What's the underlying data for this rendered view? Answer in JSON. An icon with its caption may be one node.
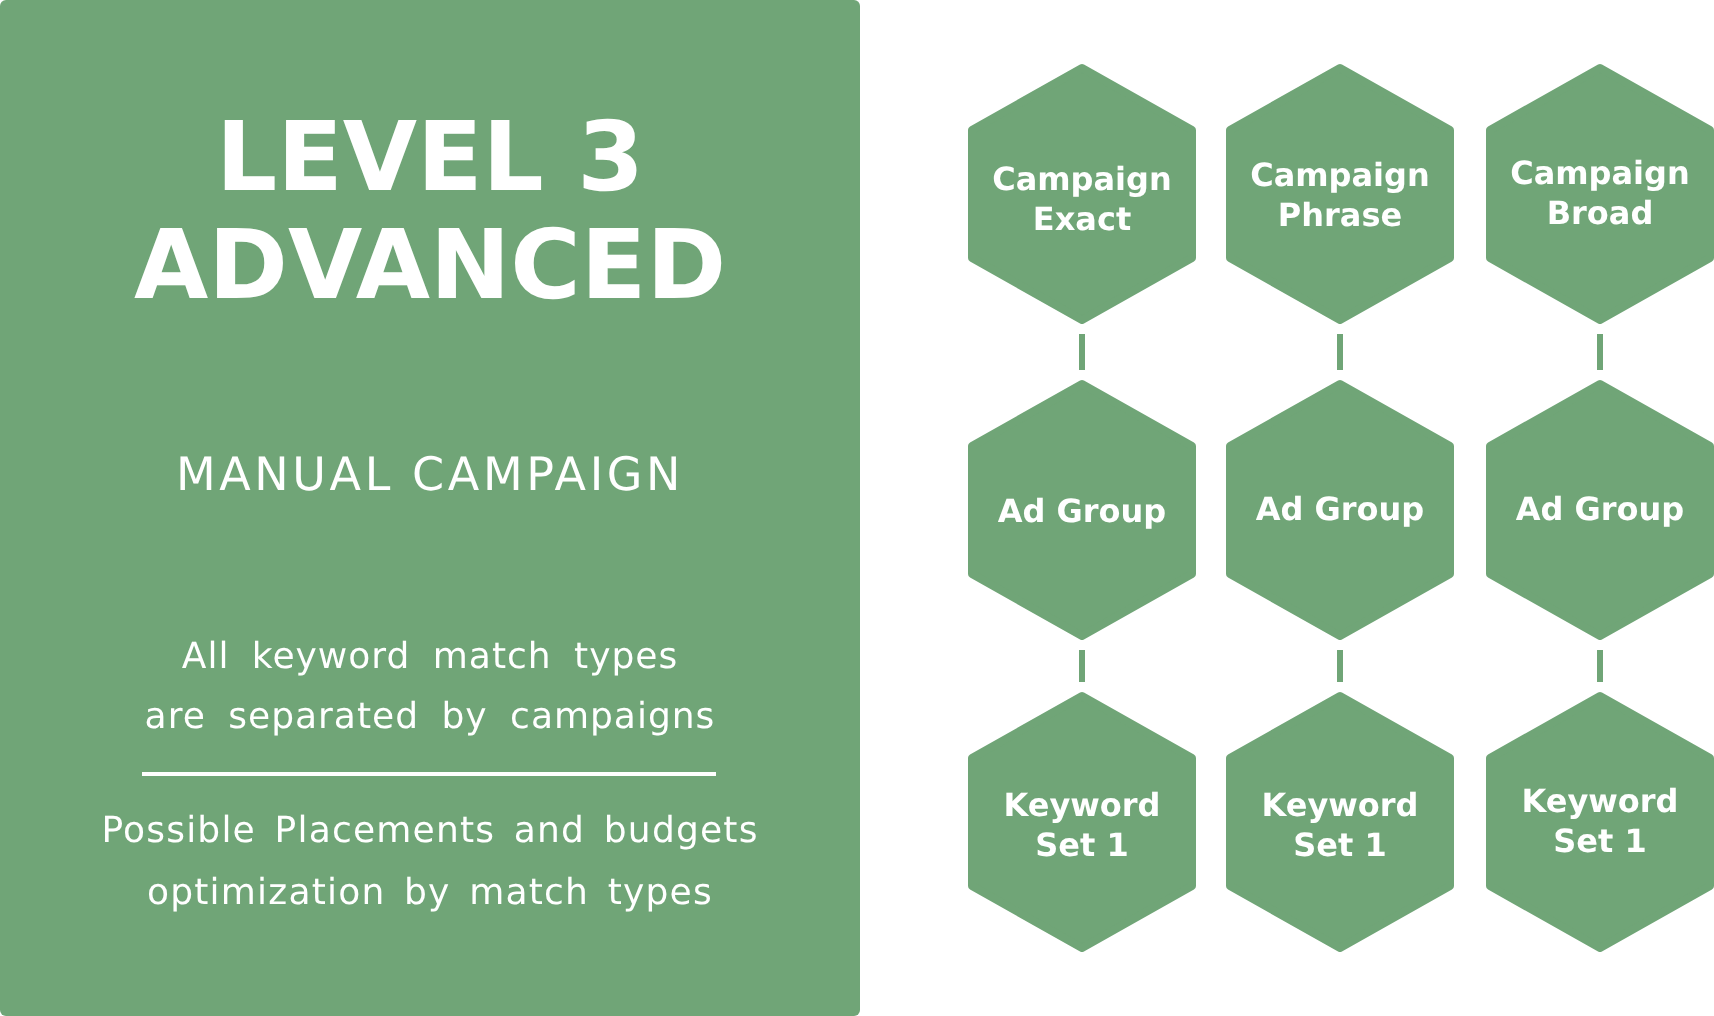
{
  "diagram": {
    "nodes": [
      {
        "text": [
          "LEVEL 3 ADVANCED",
          "MANUAL CAMPAIGN",
          "All keyword match types are separated by campaigns",
          "Possible Placements and budgets optimization by match types"
        ]
      },
      {
        "text": [
          "Campaign Exact"
        ]
      },
      {
        "text": [
          "Campaign Phrase"
        ]
      },
      {
        "text": [
          "Campaign Broad"
        ]
      },
      {
        "text": [
          "Ad Group"
        ]
      },
      {
        "text": [
          "Ad Group"
        ]
      },
      {
        "text": [
          "Ad Group"
        ]
      },
      {
        "text": [
          "Keyword Set 1"
        ]
      },
      {
        "text": [
          "Keyword Set 1"
        ]
      },
      {
        "text": [
          "Keyword Set 1"
        ]
      }
    ],
    "edges": [
      {
        "from": 1,
        "to": 4,
        "arrow": "none"
      },
      {
        "from": 2,
        "to": 5,
        "arrow": "none"
      },
      {
        "from": 3,
        "to": 6,
        "arrow": "none"
      },
      {
        "from": 4,
        "to": 7,
        "arrow": "none"
      },
      {
        "from": 5,
        "to": 8,
        "arrow": "none"
      },
      {
        "from": 6,
        "to": 9,
        "arrow": "none"
      }
    ]
  }
}
